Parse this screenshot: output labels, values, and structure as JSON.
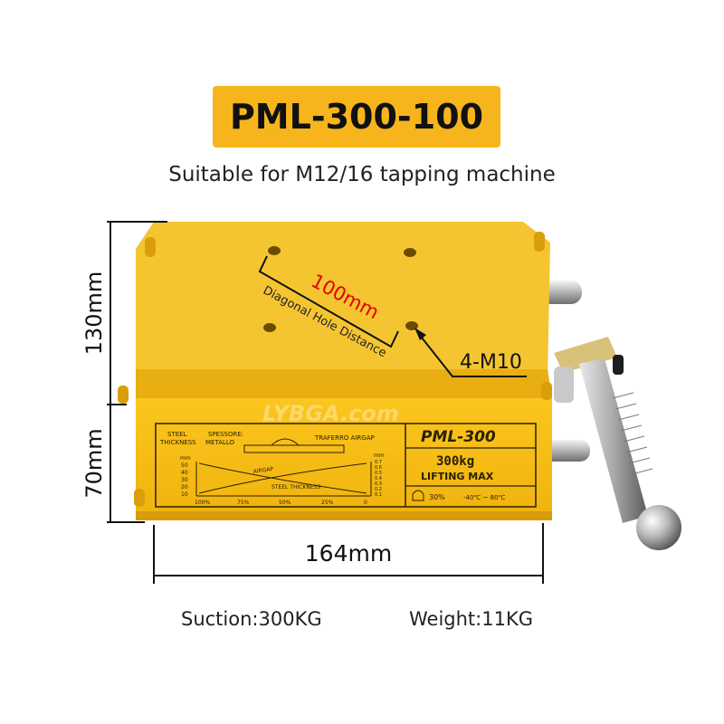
{
  "title": "PML-300-100",
  "subtitle": "Suitable for M12/16 tapping machine",
  "dimensions": {
    "height_top": "130mm",
    "height_bottom": "70mm",
    "width": "164mm",
    "diagonal_value": "100mm",
    "diagonal_label": "Diagonal Hole Distance",
    "thread": "4-M10"
  },
  "label_plate": {
    "model": "PML-300",
    "capacity": "300kg",
    "lifting": "LIFTING MAX",
    "percent": "30%",
    "temperature": "-40℃ ~ 80℃",
    "steel_label": "STEEL",
    "thickness_label": "THICKNESS",
    "spessore": "SPESSORE:",
    "metallo": "METALLO",
    "traferro": "TRAFERRO AIRGAP",
    "mm_left": "mm",
    "mm_right": "mm",
    "y_ticks": [
      "50",
      "40",
      "30",
      "20",
      "10"
    ],
    "right_ticks": [
      "0.7",
      "0.6",
      "0.5",
      "0.4",
      "0.3",
      "0.2",
      "0.1"
    ],
    "x_ticks": [
      "100%",
      "75%",
      "50%",
      "25%",
      "0"
    ],
    "curve_airgap": "AIRGAP",
    "curve_steel": "STEEL THICKNESS"
  },
  "watermark": "LYBGA.com",
  "footer": {
    "suction": "Suction:300KG",
    "weight": "Weight:11KG"
  },
  "colors": {
    "badge": "#f7b51d",
    "body_yellow": "#f8c21a",
    "top_yellow": "#f5c531",
    "red_text": "#e00000"
  }
}
